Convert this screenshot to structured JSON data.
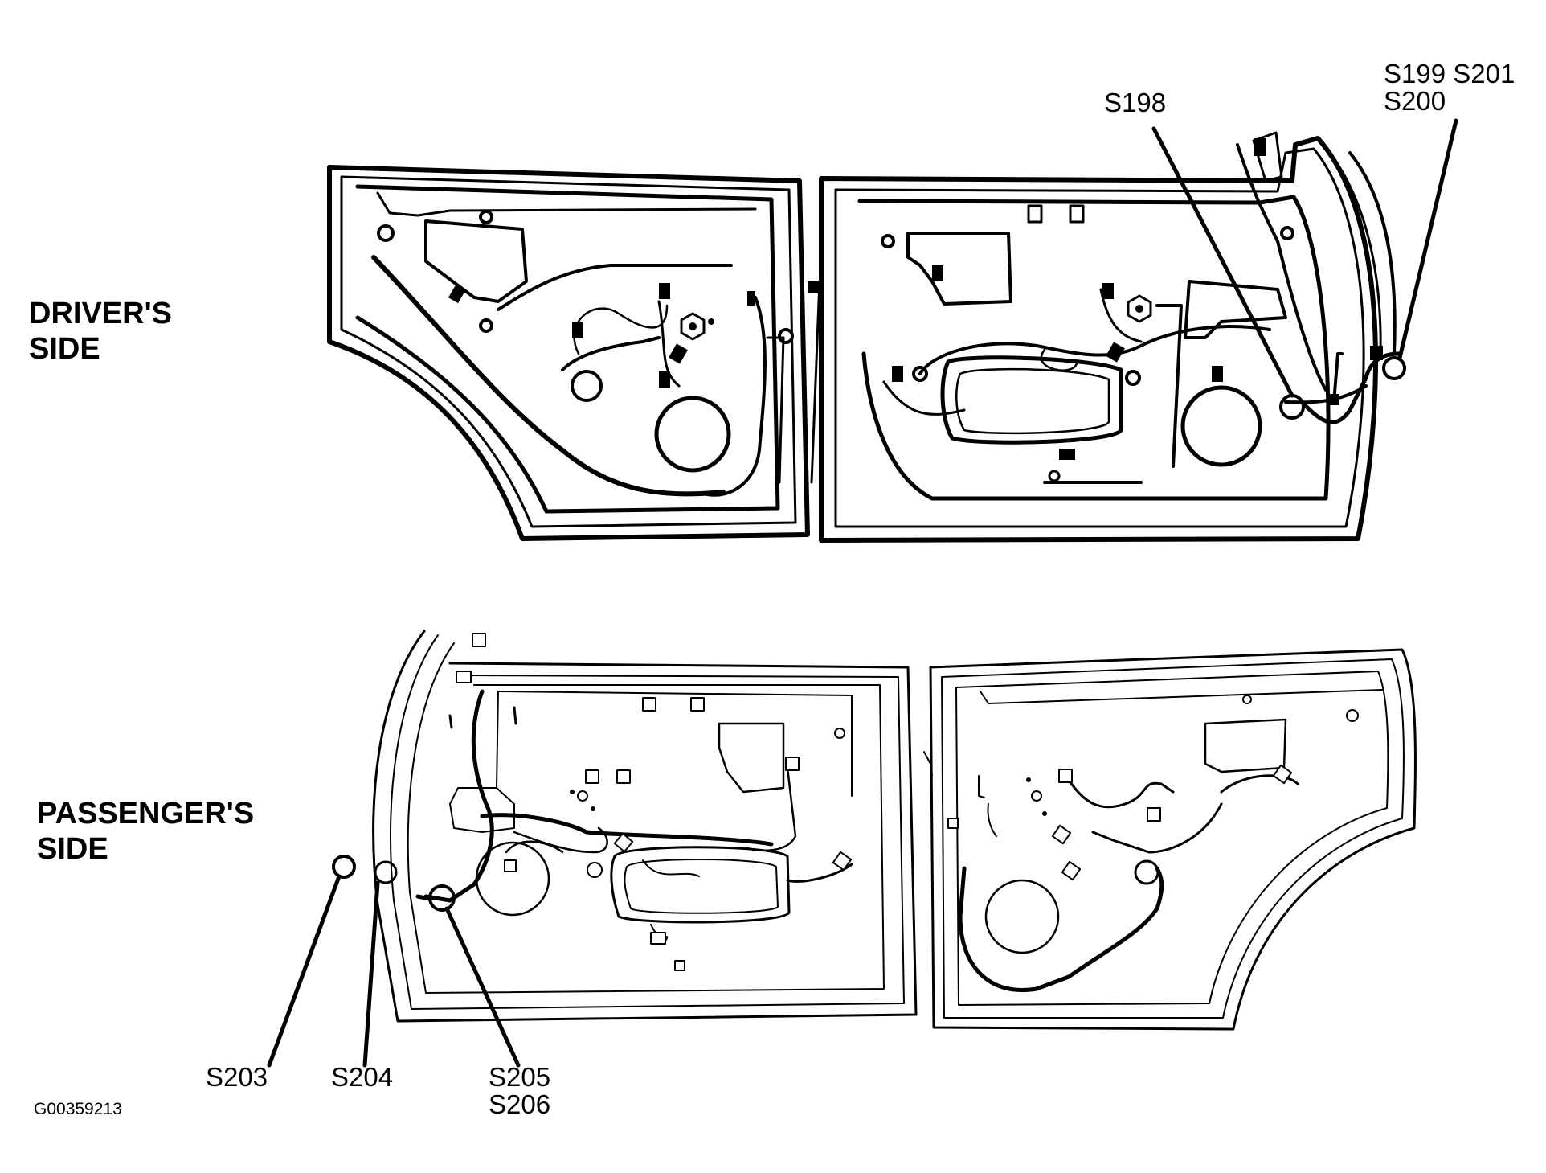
{
  "labels": {
    "driver_side": [
      "DRIVER'S",
      "SIDE"
    ],
    "passenger_side": [
      "PASSENGER'S",
      "SIDE"
    ]
  },
  "callouts": {
    "s198": "S198",
    "s199_s201": "S199 S201",
    "s200": "S200",
    "s203": "S203",
    "s204": "S204",
    "s205": "S205",
    "s206": "S206"
  },
  "figure_id": "G00359213"
}
